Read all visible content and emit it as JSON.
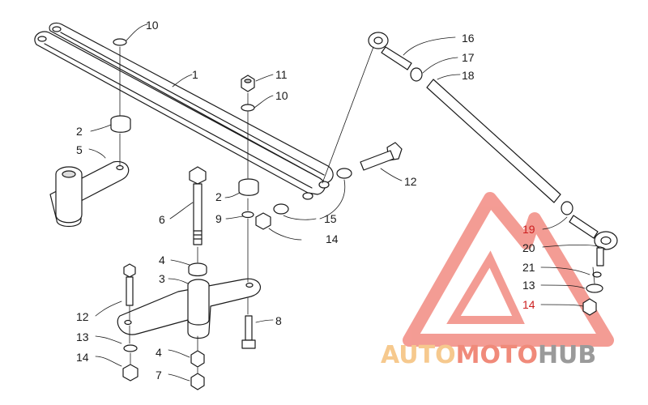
{
  "diagram": {
    "callouts": [
      {
        "id": "c10a",
        "label": "10",
        "color": "dark"
      },
      {
        "id": "c1",
        "label": "1",
        "color": "dark"
      },
      {
        "id": "c11",
        "label": "11",
        "color": "dark"
      },
      {
        "id": "c10b",
        "label": "10",
        "color": "dark"
      },
      {
        "id": "c2a",
        "label": "2",
        "color": "dark"
      },
      {
        "id": "c5",
        "label": "5",
        "color": "dark"
      },
      {
        "id": "c6",
        "label": "6",
        "color": "dark"
      },
      {
        "id": "c2b",
        "label": "2",
        "color": "dark"
      },
      {
        "id": "c9",
        "label": "9",
        "color": "dark"
      },
      {
        "id": "c4a",
        "label": "4",
        "color": "dark"
      },
      {
        "id": "c3",
        "label": "3",
        "color": "dark"
      },
      {
        "id": "c12a",
        "label": "12",
        "color": "dark"
      },
      {
        "id": "c13a",
        "label": "13",
        "color": "dark"
      },
      {
        "id": "c14a",
        "label": "14",
        "color": "dark"
      },
      {
        "id": "c4b",
        "label": "4",
        "color": "dark"
      },
      {
        "id": "c7",
        "label": "7",
        "color": "dark"
      },
      {
        "id": "c8",
        "label": "8",
        "color": "dark"
      },
      {
        "id": "c15",
        "label": "15",
        "color": "dark"
      },
      {
        "id": "c14b",
        "label": "14",
        "color": "dark"
      },
      {
        "id": "c12b",
        "label": "12",
        "color": "dark"
      },
      {
        "id": "c16",
        "label": "16",
        "color": "dark"
      },
      {
        "id": "c17",
        "label": "17",
        "color": "dark"
      },
      {
        "id": "c18",
        "label": "18",
        "color": "dark"
      },
      {
        "id": "c19",
        "label": "19",
        "color": "red"
      },
      {
        "id": "c20",
        "label": "20",
        "color": "dark"
      },
      {
        "id": "c21",
        "label": "21",
        "color": "dark"
      },
      {
        "id": "c13b",
        "label": "13",
        "color": "dark"
      },
      {
        "id": "c14c",
        "label": "14",
        "color": "red"
      }
    ]
  },
  "watermark": {
    "part1": "AUTO",
    "part2": "MOTO",
    "part3": "HUB",
    "colors": {
      "auto": "#f6c98e",
      "moto": "#f08a7a",
      "hub": "#9a9a9a",
      "triangle": "#f28b82"
    }
  },
  "colors": {
    "line": "#1a1a1a",
    "callout_red": "#cc1f1f"
  }
}
